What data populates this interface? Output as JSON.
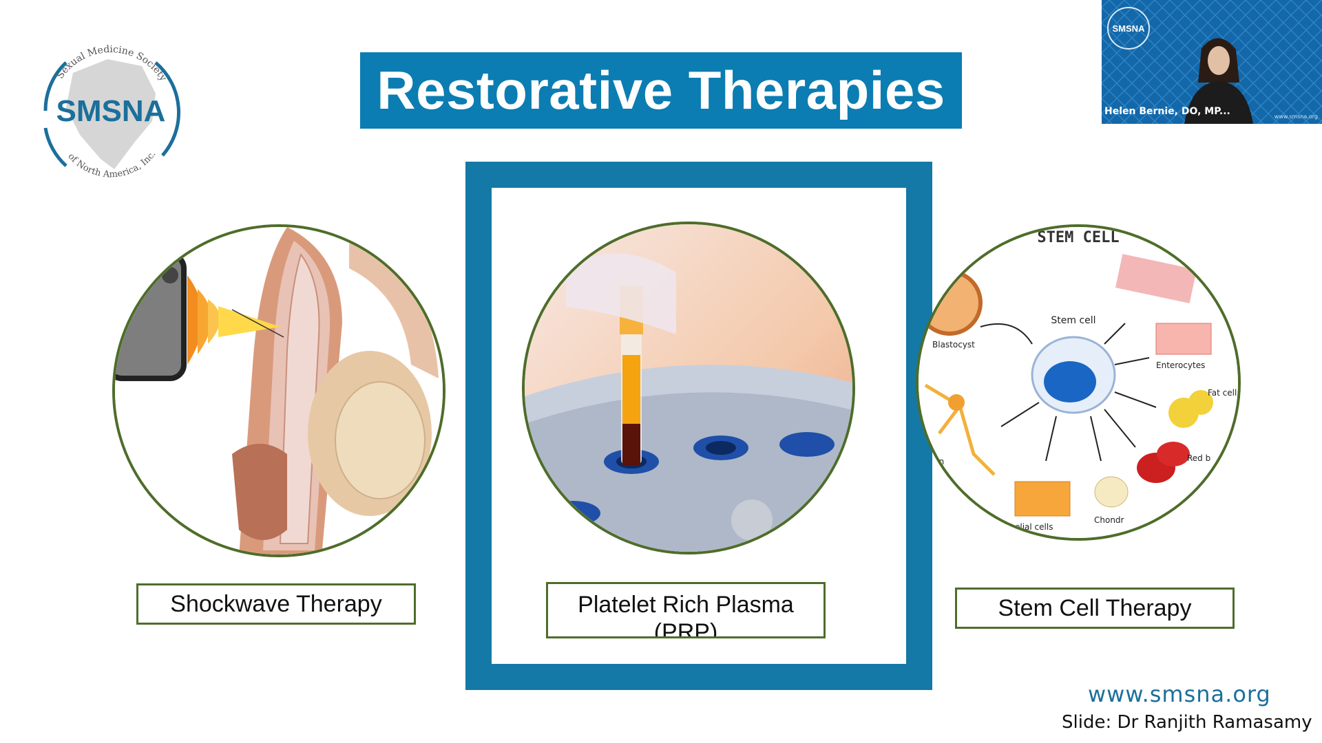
{
  "logo": {
    "arc_top": "Sexual Medicine Society",
    "acronym": "SMSNA",
    "arc_bottom": "of North America, Inc."
  },
  "title": "Restorative Therapies",
  "webcam": {
    "logo_text": "SMSNA",
    "name": "Helen Bernie, DO, MP...",
    "url": "www.smsna.org"
  },
  "therapies": [
    {
      "label": "Shockwave Therapy",
      "icon": "shockwave-illustration"
    },
    {
      "label": "Platelet Rich Plasma (PRP)",
      "icon": "prp-tube-photo"
    },
    {
      "label": "Stem Cell Therapy",
      "icon": "stem-cell-diagram"
    }
  ],
  "stem_cell_diagram": {
    "header": "STEM CELL",
    "center": "Stem cell",
    "labels": [
      "Blastocyst",
      "Enterocytes",
      "Fat cell",
      "Red b",
      "Chondr",
      "elial cells",
      "uron"
    ]
  },
  "footer": {
    "url": "www.smsna.org",
    "credit": "Slide: Dr Ranjith Ramasamy"
  },
  "colors": {
    "brand_blue": "#0b7db2",
    "frame_blue": "#1479a6",
    "circle_green": "#4e6d2a"
  }
}
